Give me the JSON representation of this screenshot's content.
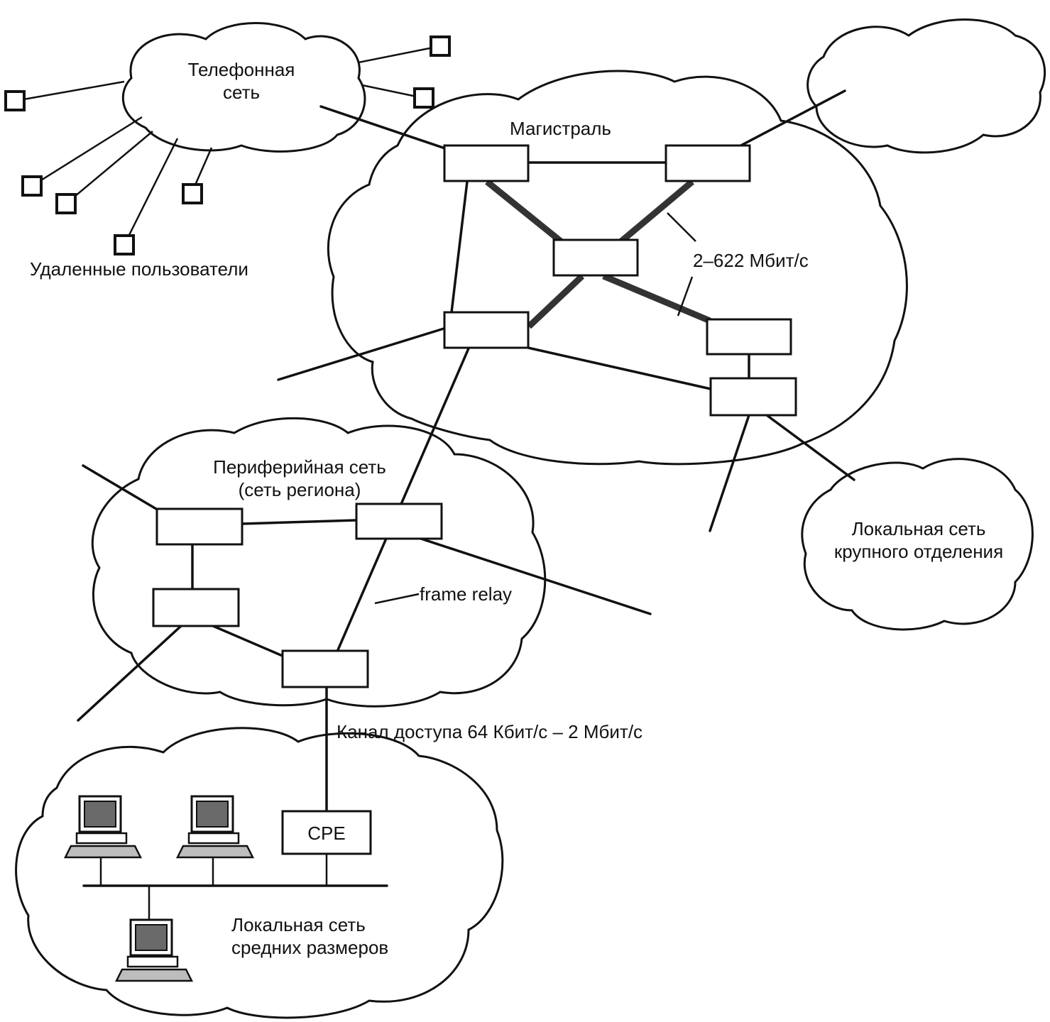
{
  "labels": {
    "phone_network": [
      "Телефонная",
      "сеть"
    ],
    "remote_users": "Удаленные пользователи",
    "backbone": "Магистраль",
    "backbone_speed": "2–622 Мбит/с",
    "peripheral_network": [
      "Периферийная сеть",
      "(сеть региона)"
    ],
    "frame_relay": "frame relay",
    "access_channel": "Канал доступа 64 Кбит/с – 2 Мбит/с",
    "branch_lan": [
      "Локальная сеть",
      "крупного отделения"
    ],
    "medium_lan": [
      "Локальная сеть",
      "средних размеров"
    ],
    "cpe": "CPE"
  }
}
